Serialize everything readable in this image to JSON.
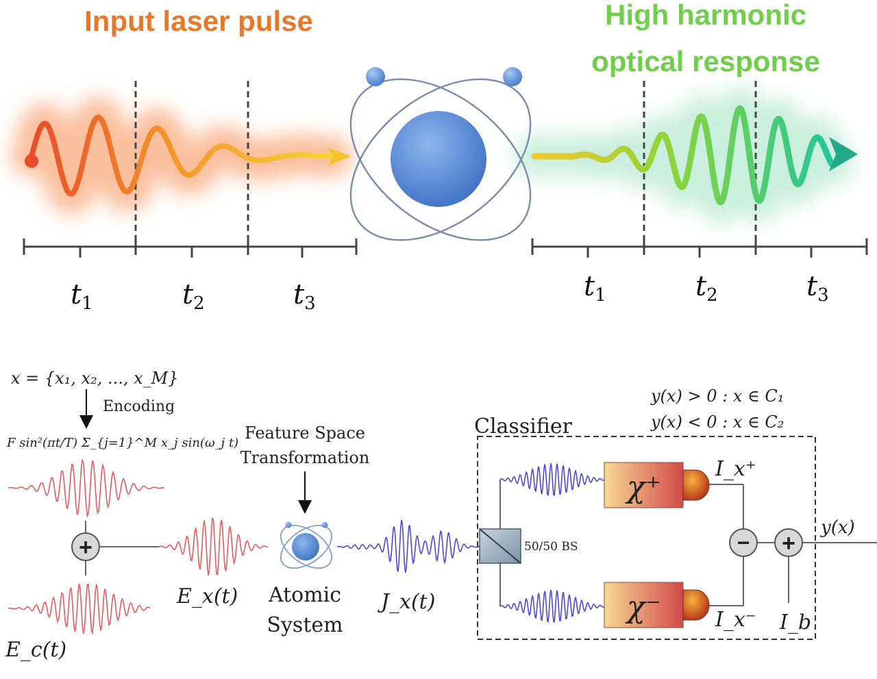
{
  "top_panel": {
    "input_title": "Input laser pulse",
    "output_title_line1": "High harmonic",
    "output_title_line2": "optical response",
    "input_time_labels": [
      {
        "base": "t",
        "sub": "1"
      },
      {
        "base": "t",
        "sub": "2"
      },
      {
        "base": "t",
        "sub": "3"
      }
    ],
    "output_time_labels": [
      {
        "base": "t",
        "sub": "1"
      },
      {
        "base": "t",
        "sub": "2"
      },
      {
        "base": "t",
        "sub": "3"
      }
    ],
    "colors": {
      "input_title": "#e8792b",
      "output_title": "#6fcf4a",
      "wave_start": "#e84c2a",
      "wave_mid": "#f6c229",
      "wave_end": "#22c68f",
      "atom_nucleus": "#5b8fd6",
      "orbit": "#7a8fb0"
    }
  },
  "bottom_panel": {
    "x_def": "x = {x₁, x₂, ..., x_M}",
    "encoding_label": "Encoding",
    "encoding_formula": "F sin²(πt/T) Σ_{j=1}^M x_j sin(ω_j t)",
    "feature_space_line1": "Feature Space",
    "feature_space_line2": "Transformation",
    "classifier_label": "Classifier",
    "cond1": "y(x) > 0 : x ∈ C₁",
    "cond2": "y(x) < 0 : x ∈ C₂",
    "ex_label": "E_x(t)",
    "ec_label": "E_c(t)",
    "atomic_line1": "Atomic",
    "atomic_line2": "System",
    "jx_label": "J_x(t)",
    "bs_label": "50/50 BS",
    "chi_plus": "χ⁺",
    "chi_minus": "χ⁻",
    "ix_plus": "I_x⁺",
    "ix_minus": "I_x⁻",
    "ib_label": "I_b",
    "y_output": "y(x)",
    "plus_symbol": "+",
    "minus_symbol": "−",
    "colors": {
      "red_wave": "#e65b5b",
      "blue_wave": "#4a4ad8",
      "chi_box_left": "#f3d08a",
      "chi_box_right": "#d9534f",
      "detector": "#e07a1f"
    }
  }
}
